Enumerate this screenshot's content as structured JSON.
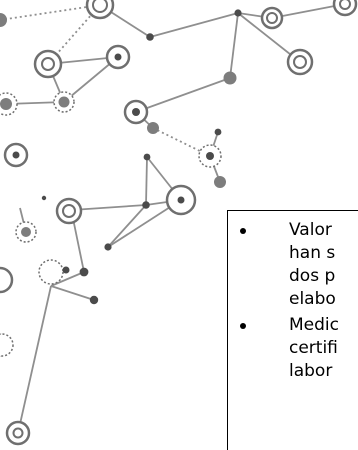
{
  "document": {
    "bullets": [
      {
        "lines": [
          "Valor",
          "han s",
          "dos p",
          "elabo"
        ]
      },
      {
        "lines": [
          "Medic",
          "certifi",
          "labor"
        ]
      }
    ]
  },
  "decoration": {
    "name": "molecular-network-illustration",
    "line_color": "#8f8f8f",
    "node_fill": "#ffffff",
    "node_stroke": "#6f6f6f",
    "dot_dark": "#4b4b4b",
    "dot_gray": "#7d7d7d"
  }
}
